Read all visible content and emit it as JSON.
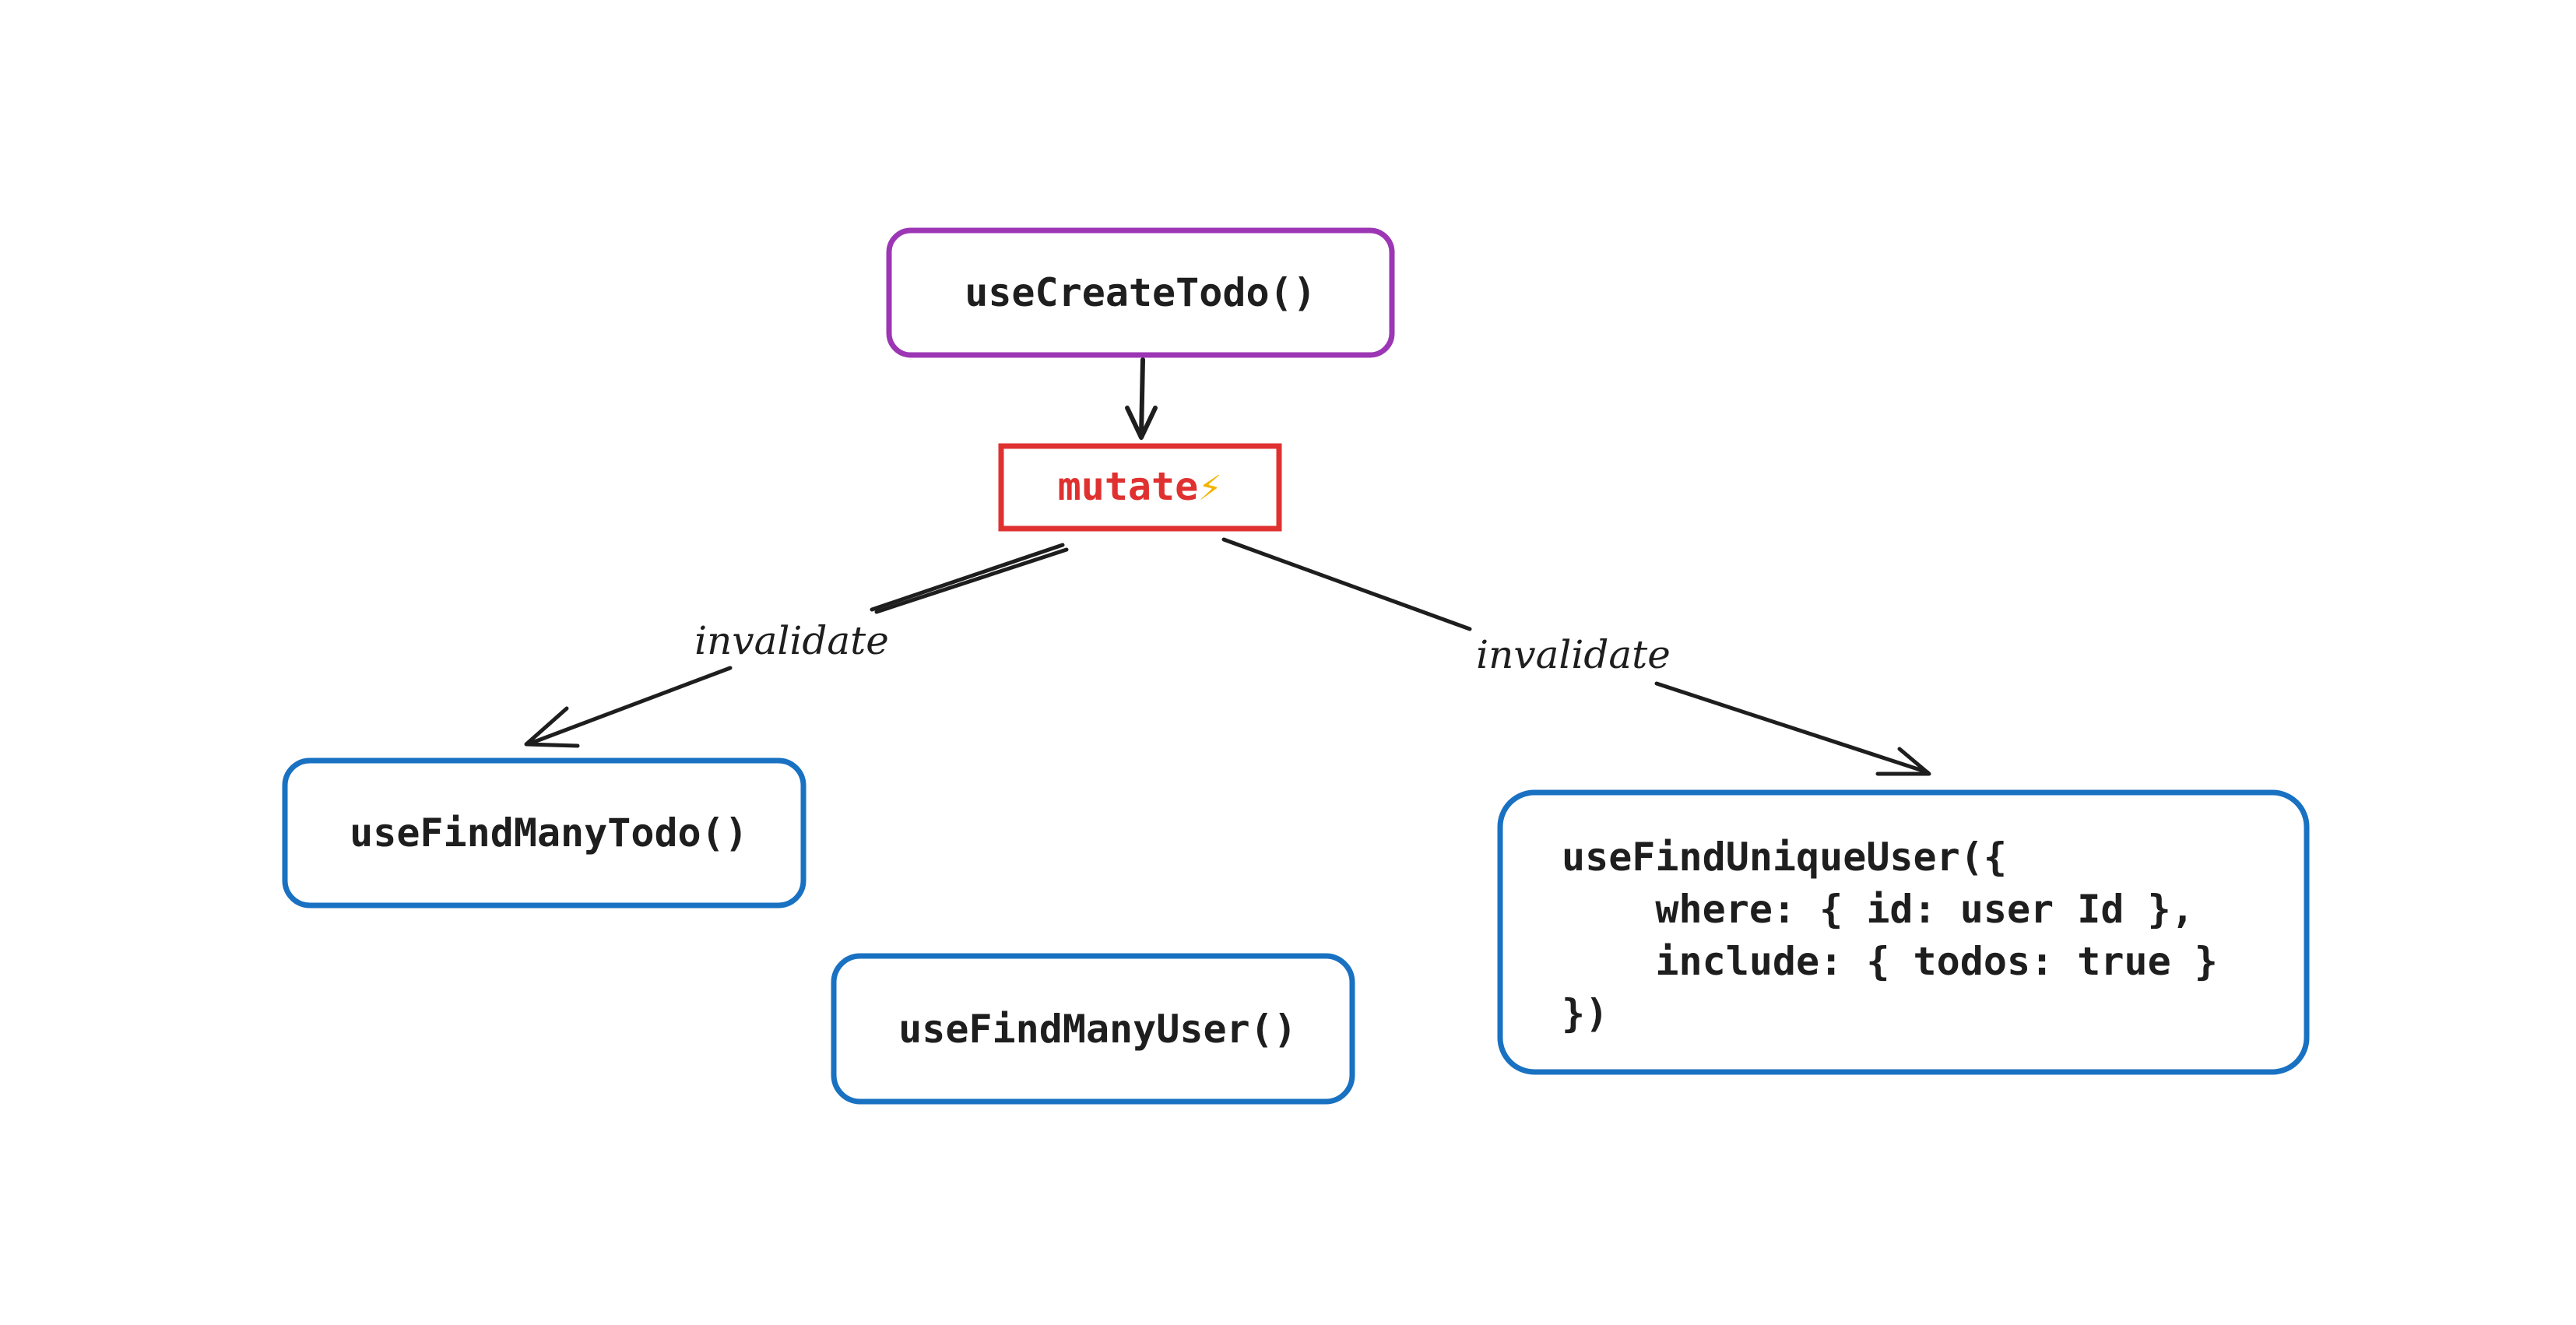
{
  "colors": {
    "background": "#ffffff",
    "ink": "#1e1e1e",
    "mutation_border": "#9c36b5",
    "action_border": "#e03131",
    "action_text": "#e03131",
    "query_border": "#1971c2"
  },
  "nodes": {
    "create_todo": {
      "label": "useCreateTodo()"
    },
    "mutate": {
      "label": "mutate",
      "icon": "lightning-bolt-icon",
      "icon_char": "⚡"
    },
    "find_many_todo": {
      "label": "useFindManyTodo()"
    },
    "find_many_user": {
      "label": "useFindManyUser()"
    },
    "find_unique_user": {
      "lines": [
        "useFindUniqueUser({",
        "    where: { id: user Id },",
        "    include: { todos: true }",
        "})"
      ]
    }
  },
  "edges": {
    "invalidate_left": {
      "label": "invalidate"
    },
    "invalidate_right": {
      "label": "invalidate"
    }
  }
}
